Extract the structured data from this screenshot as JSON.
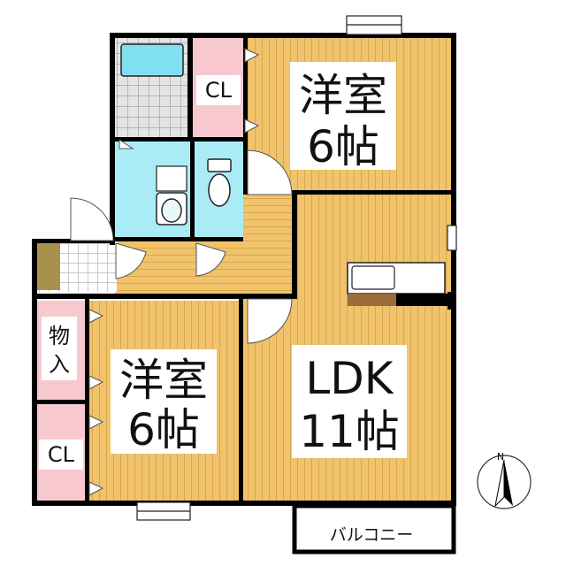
{
  "rooms": {
    "bedroom_top": {
      "label_line1": "洋室",
      "label_line2": "6帖"
    },
    "bedroom_bottom": {
      "label_line1": "洋室",
      "label_line2": "6帖"
    },
    "ldk": {
      "label_line1": "LDK",
      "label_line2": "11帖"
    },
    "closet_top": {
      "label": "CL"
    },
    "closet_bottom": {
      "label": "CL"
    },
    "storage": {
      "label_line1": "物",
      "label_line2": "入"
    },
    "balcony": {
      "label": "バルコニー"
    }
  },
  "compass": {
    "north_label": "N"
  },
  "colors": {
    "floor_wood": "#f0c36c",
    "floor_wood_line": "#d8a74a",
    "closet_pink": "#f7c9cf",
    "wet_area_blue": "#a9ecf6",
    "bath_tub_blue": "#7fe0ef",
    "wall": "#000000",
    "tile_gray": "#d9d9d9",
    "kitchen_brown": "#9b6b3a",
    "shoe_box_olive": "#a8914a",
    "label_bg": "#ffffff"
  }
}
